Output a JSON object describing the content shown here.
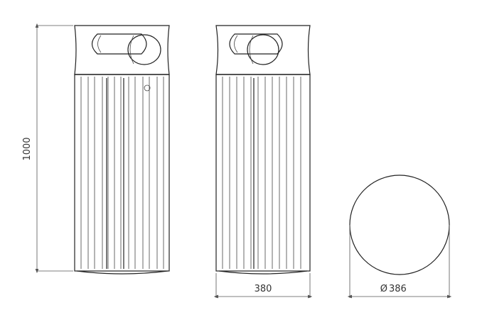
{
  "dimensions": {
    "height": "1000",
    "width": "380",
    "diameter": "386"
  },
  "symbols": {
    "diameter_symbol": "Ø"
  },
  "colors": {
    "line": "#222222",
    "dimension": "#555555",
    "background": "#ffffff"
  }
}
